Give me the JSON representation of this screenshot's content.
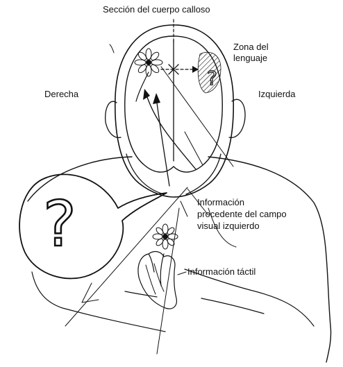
{
  "labels": {
    "corpus_callosum_section": "Sección del cuerpo calloso",
    "language_zone_line1": "Zona del",
    "language_zone_line2": "lenguaje",
    "right": "Derecha",
    "left": "Izquierda",
    "left_visual_info_line1": "Información",
    "left_visual_info_line2": "procedente del campo",
    "left_visual_info_line3": "visual izquierdo",
    "tactile_info": "Información táctil"
  },
  "symbols": {
    "brain_question": "?",
    "bubble_question": "?"
  },
  "icons": [
    "flower-icon",
    "question-mark-icon",
    "hand-icon",
    "blocked-x-icon"
  ],
  "colors": {
    "ink": "#111111",
    "background": "#ffffff"
  }
}
